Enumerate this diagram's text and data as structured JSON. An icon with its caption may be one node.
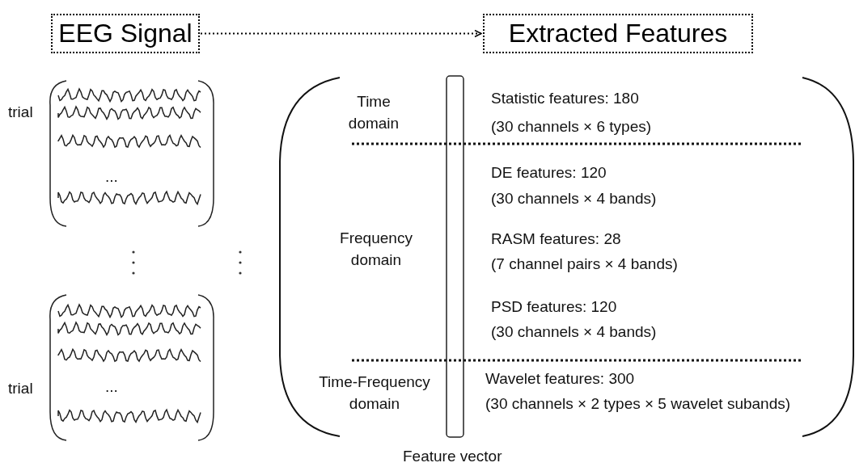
{
  "diagram": {
    "nodes": [
      {
        "text": [
          "EEG Signal"
        ]
      },
      {
        "text": [
          "Extracted Features"
        ]
      },
      {
        "text": [],
        "shape": "bar",
        "beside": [
          "Feature vector"
        ]
      }
    ],
    "edges": [
      {
        "from": 0,
        "to": 1,
        "arrow": "to",
        "style": "dashed"
      }
    ],
    "labels": [
      "trial",
      "...",
      "trial",
      "...",
      "Time domain",
      "Statistic features: 180",
      "(30 channels × 6 types)",
      "DE features: 120",
      "(30 channels × 4 bands)",
      "Frequency domain",
      "RASM features: 28",
      "(7 channel pairs × 4 bands)",
      "PSD features: 120",
      "(30 channels × 4 bands)",
      "Time-Frequency domain",
      "Wavelet features: 300",
      "(30 channels × 2 types × 5 wavelet subands)"
    ]
  }
}
